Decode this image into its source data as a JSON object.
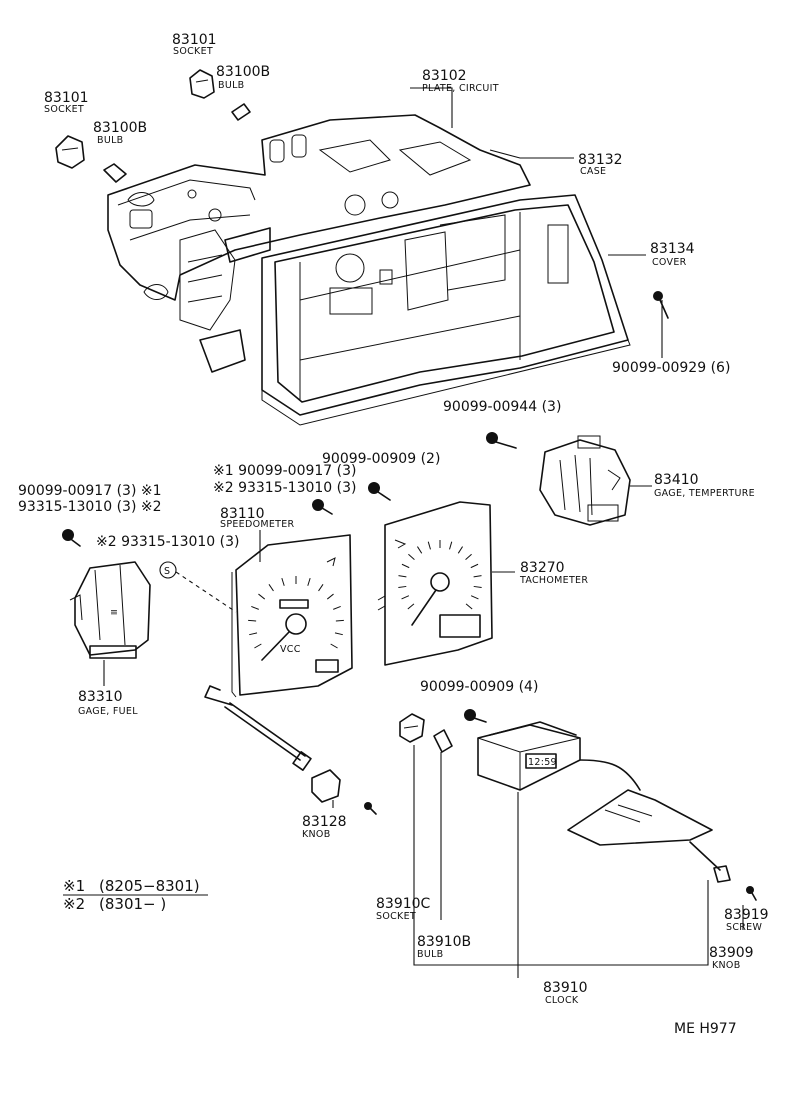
{
  "diagram_id": "ME H977",
  "parts": {
    "socket_a": {
      "number": "83101",
      "name": "SOCKET"
    },
    "bulb_a": {
      "number": "83100B",
      "name": "BULB"
    },
    "socket_b": {
      "number": "83101",
      "name": "SOCKET"
    },
    "bulb_b": {
      "number": "83100B",
      "name": "BULB"
    },
    "plate_circuit": {
      "number": "83102",
      "name": "PLATE, CIRCUIT"
    },
    "case": {
      "number": "83132",
      "name": "CASE"
    },
    "cover": {
      "number": "83134",
      "name": "COVER"
    },
    "screw_929": {
      "text": "90099-00929 (6)"
    },
    "screw_944": {
      "text": "90099-00944 (3)"
    },
    "gage_temp": {
      "number": "83410",
      "name": "GAGE, TEMPERTURE"
    },
    "screw_909_2": {
      "text": "90099-00909 (2)"
    },
    "screw_917_a": {
      "text": "※1 90099-00917 (3)"
    },
    "screw_13010_a": {
      "text": "※2 93315-13010 (3)"
    },
    "screw_917_b": {
      "text": "90099-00917 (3) ※1"
    },
    "screw_13010_b": {
      "text": "93315-13010 (3) ※2"
    },
    "screw_13010_c": {
      "text": "※2 93315-13010 (3)"
    },
    "speedometer": {
      "number": "83110",
      "name": "SPEEDOMETER"
    },
    "tachometer": {
      "number": "83270",
      "name": "TACHOMETER"
    },
    "gage_fuel": {
      "number": "83310",
      "name": "GAGE, FUEL"
    },
    "screw_909_4": {
      "text": "90099-00909 (4)"
    },
    "knob_83128": {
      "number": "83128",
      "name": "KNOB"
    },
    "socket_c": {
      "number": "83910C",
      "name": "SOCKET"
    },
    "bulb_c": {
      "number": "83910B",
      "name": "BULB"
    },
    "screw_83919": {
      "number": "83919",
      "name": "SCREW"
    },
    "knob_83909": {
      "number": "83909",
      "name": "KNOB"
    },
    "clock": {
      "number": "83910",
      "name": "CLOCK"
    }
  },
  "marker_s": "S",
  "clock_display": "12:59",
  "speedo_digits": "VCC",
  "footnotes": [
    {
      "mark": "※1",
      "range": "(8205−8301)"
    },
    {
      "mark": "※2",
      "range": "(8301−        )"
    }
  ]
}
